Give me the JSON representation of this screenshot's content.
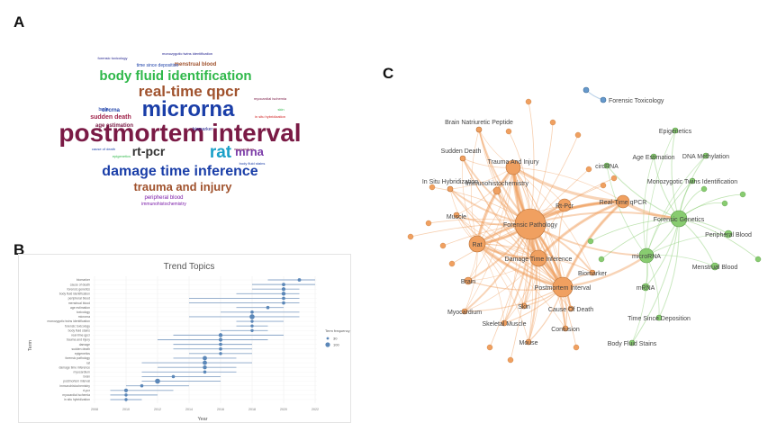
{
  "panels": {
    "a": {
      "letter": "A"
    },
    "b": {
      "letter": "B"
    },
    "c": {
      "letter": "C"
    }
  },
  "wordcloud": {
    "words": [
      {
        "text": "postmortem interval",
        "color": "#7a1a45",
        "size": 28,
        "weight": "bold"
      },
      {
        "text": "micrornа",
        "color": "#1a3ea8",
        "size": 24,
        "weight": "bold"
      },
      {
        "text": "real-time qpcr",
        "color": "#a0522d",
        "size": 17,
        "weight": "bold"
      },
      {
        "text": "body fluid identification",
        "color": "#2fb84a",
        "size": 15,
        "weight": "bold"
      },
      {
        "text": "damage time inference",
        "color": "#1a3ea8",
        "size": 16,
        "weight": "bold"
      },
      {
        "text": "rt-pcr",
        "color": "#333333",
        "size": 14,
        "weight": "bold"
      },
      {
        "text": "rat",
        "color": "#1aa0c8",
        "size": 19,
        "weight": "bold"
      },
      {
        "text": "mrna",
        "color": "#7a3aa8",
        "size": 13,
        "weight": "bold"
      },
      {
        "text": "trauma and injury",
        "color": "#a0522d",
        "size": 13,
        "weight": "bold"
      },
      {
        "text": "peripheral blood",
        "color": "#7a1aa8",
        "size": 6,
        "weight": "normal"
      },
      {
        "text": "immunohistochemistry",
        "color": "#7a1aa8",
        "size": 5,
        "weight": "normal"
      },
      {
        "text": "sudden death",
        "color": "#a0224a",
        "size": 7,
        "weight": "bold"
      },
      {
        "text": "age estimation",
        "color": "#7a1a45",
        "size": 6,
        "weight": "bold"
      },
      {
        "text": "circrna",
        "color": "#1a3ea8",
        "size": 6,
        "weight": "bold"
      },
      {
        "text": "menstrual blood",
        "color": "#a0522d",
        "size": 6,
        "weight": "bold"
      },
      {
        "text": "time since deposition",
        "color": "#1a3ea8",
        "size": 5,
        "weight": "normal"
      },
      {
        "text": "forensic toxicology",
        "color": "#1a1a8a",
        "size": 4,
        "weight": "normal"
      },
      {
        "text": "monozygotic twins identification",
        "color": "#1a1a8a",
        "size": 4,
        "weight": "normal"
      },
      {
        "text": "myocardial ischemia",
        "color": "#7a1a45",
        "size": 4,
        "weight": "normal"
      },
      {
        "text": "in situ hybridization",
        "color": "#d02020",
        "size": 4,
        "weight": "normal"
      },
      {
        "text": "cause of death",
        "color": "#1a3ea8",
        "size": 4,
        "weight": "normal"
      },
      {
        "text": "biomarker",
        "color": "#1a1a8a",
        "size": 5,
        "weight": "normal"
      },
      {
        "text": "myocardium",
        "color": "#7a1a45",
        "size": 4,
        "weight": "normal"
      },
      {
        "text": "brain",
        "color": "#1a3ea8",
        "size": 5,
        "weight": "normal"
      },
      {
        "text": "skin",
        "color": "#2fb84a",
        "size": 4,
        "weight": "normal"
      },
      {
        "text": "body fluid stains",
        "color": "#1a3ea8",
        "size": 4,
        "weight": "normal"
      },
      {
        "text": "epigenetics",
        "color": "#2fb84a",
        "size": 4,
        "weight": "normal"
      }
    ]
  },
  "chart_data": [
    {
      "type": "scatter",
      "title": "Trend Topics",
      "xlabel": "Year",
      "ylabel": "Term",
      "legend": {
        "title": "Term frequency",
        "entries": [
          "30",
          "100"
        ],
        "placement": "right"
      },
      "x_ticks": [
        "2008",
        "2010",
        "2012",
        "2014",
        "2016",
        "2018",
        "2020",
        "2022"
      ],
      "xlim": [
        2008,
        2022
      ],
      "terms": [
        {
          "label": "biomarker",
          "q1": 2019,
          "median": 2021,
          "q3": 2022,
          "freq": 20
        },
        {
          "label": "cause of death",
          "q1": 2018,
          "median": 2020,
          "q3": 2022,
          "freq": 20
        },
        {
          "label": "forensic genetics",
          "q1": 2018,
          "median": 2020,
          "q3": 2021,
          "freq": 30
        },
        {
          "label": "body fluid identification",
          "q1": 2017,
          "median": 2020,
          "q3": 2021,
          "freq": 40
        },
        {
          "label": "peripheral blood",
          "q1": 2014,
          "median": 2020,
          "q3": 2021,
          "freq": 15
        },
        {
          "label": "menstrual blood",
          "q1": 2014,
          "median": 2020,
          "q3": 2021,
          "freq": 15
        },
        {
          "label": "age estimation",
          "q1": 2017,
          "median": 2019,
          "q3": 2020,
          "freq": 15
        },
        {
          "label": "toxicology",
          "q1": 2016,
          "median": 2018,
          "q3": 2021,
          "freq": 15
        },
        {
          "label": "microrna",
          "q1": 2014,
          "median": 2018,
          "q3": 2021,
          "freq": 100
        },
        {
          "label": "monozygotic twins identification",
          "q1": 2017,
          "median": 2018,
          "q3": 2020,
          "freq": 10
        },
        {
          "label": "forensic toxicology",
          "q1": 2017,
          "median": 2018,
          "q3": 2019,
          "freq": 10
        },
        {
          "label": "body fluid stains",
          "q1": 2016,
          "median": 2018,
          "q3": 2019,
          "freq": 10
        },
        {
          "label": "real-time qpcr",
          "q1": 2013,
          "median": 2016,
          "q3": 2020,
          "freq": 40
        },
        {
          "label": "trauma and injury",
          "q1": 2012,
          "median": 2016,
          "q3": 2019,
          "freq": 30
        },
        {
          "label": "damage",
          "q1": 2013,
          "median": 2016,
          "q3": 2018,
          "freq": 15
        },
        {
          "label": "sudden death",
          "q1": 2013,
          "median": 2016,
          "q3": 2018,
          "freq": 15
        },
        {
          "label": "epigenetics",
          "q1": 2014,
          "median": 2016,
          "q3": 2018,
          "freq": 10
        },
        {
          "label": "forensic pathology",
          "q1": 2013,
          "median": 2015,
          "q3": 2017,
          "freq": 60
        },
        {
          "label": "rat",
          "q1": 2011,
          "median": 2015,
          "q3": 2018,
          "freq": 60
        },
        {
          "label": "damage time inference",
          "q1": 2012,
          "median": 2015,
          "q3": 2017,
          "freq": 40
        },
        {
          "label": "myocardium",
          "q1": 2011,
          "median": 2015,
          "q3": 2017,
          "freq": 15
        },
        {
          "label": "brain",
          "q1": 2011,
          "median": 2013,
          "q3": 2016,
          "freq": 15
        },
        {
          "label": "postmortem interval",
          "q1": 2011,
          "median": 2012,
          "q3": 2016,
          "freq": 100
        },
        {
          "label": "immunohistochemistry",
          "q1": 2010,
          "median": 2011,
          "q3": 2014,
          "freq": 15
        },
        {
          "label": "rt-pcr",
          "q1": 2009,
          "median": 2010,
          "q3": 2013,
          "freq": 30
        },
        {
          "label": "myocardial ischemia",
          "q1": 2009,
          "median": 2010,
          "q3": 2012,
          "freq": 10
        },
        {
          "label": "in situ hybridization",
          "q1": 2009,
          "median": 2010,
          "q3": 2011,
          "freq": 10
        }
      ]
    }
  ],
  "network": {
    "clusters": {
      "orange": "#f0a060",
      "green": "#88cc70",
      "blue": "#6699cc"
    },
    "nodes": [
      {
        "id": "ft",
        "label": "Forensic Toxicology",
        "c": "blue",
        "r": 3
      },
      {
        "id": "ft2",
        "label": "",
        "c": "blue",
        "r": 3
      },
      {
        "id": "bnp",
        "label": "Brain Natriuretic Peptide",
        "c": "orange",
        "r": 3
      },
      {
        "id": "sd",
        "label": "Sudden Death",
        "c": "orange",
        "r": 3
      },
      {
        "id": "tai",
        "label": "Trauma And Injury",
        "c": "orange",
        "r": 8
      },
      {
        "id": "ish",
        "label": "In Situ Hybridization",
        "c": "orange",
        "r": 3
      },
      {
        "id": "ihc",
        "label": "Immunohistochemistry",
        "c": "orange",
        "r": 4
      },
      {
        "id": "mus",
        "label": "Muscle",
        "c": "orange",
        "r": 3
      },
      {
        "id": "fp",
        "label": "Forensic Pathology",
        "c": "orange",
        "r": 17
      },
      {
        "id": "rtpcr",
        "label": "Rt-Pcr",
        "c": "orange",
        "r": 7
      },
      {
        "id": "rtqpcr",
        "label": "Real-Time qPCR",
        "c": "orange",
        "r": 7
      },
      {
        "id": "rat",
        "label": "Rat",
        "c": "orange",
        "r": 9
      },
      {
        "id": "dti",
        "label": "Damage Time Inference",
        "c": "orange",
        "r": 9
      },
      {
        "id": "brain",
        "label": "Brain",
        "c": "orange",
        "r": 4
      },
      {
        "id": "pmi",
        "label": "Postmortem Interval",
        "c": "orange",
        "r": 11
      },
      {
        "id": "bio",
        "label": "Biomarker",
        "c": "orange",
        "r": 3
      },
      {
        "id": "myo",
        "label": "Myocardium",
        "c": "orange",
        "r": 3
      },
      {
        "id": "skin",
        "label": "Skin",
        "c": "orange",
        "r": 3
      },
      {
        "id": "cod",
        "label": "Cause Of Death",
        "c": "orange",
        "r": 3
      },
      {
        "id": "sm",
        "label": "Skeletal Muscle",
        "c": "orange",
        "r": 3
      },
      {
        "id": "cont",
        "label": "Contusion",
        "c": "orange",
        "r": 3
      },
      {
        "id": "mouse",
        "label": "Mouse",
        "c": "orange",
        "r": 3
      },
      {
        "id": "epi",
        "label": "Epigenetics",
        "c": "green",
        "r": 3
      },
      {
        "id": "circ",
        "label": "circRNA",
        "c": "green",
        "r": 3
      },
      {
        "id": "ae",
        "label": "Age Estimation",
        "c": "green",
        "r": 3
      },
      {
        "id": "dnam",
        "label": "DNA Methylation",
        "c": "green",
        "r": 3
      },
      {
        "id": "mzt",
        "label": "Monozygotic Twins Identification",
        "c": "green",
        "r": 3
      },
      {
        "id": "fg",
        "label": "Forensic Genetics",
        "c": "green",
        "r": 9
      },
      {
        "id": "pb",
        "label": "Peripheral Blood",
        "c": "green",
        "r": 4
      },
      {
        "id": "mirna",
        "label": "microRNA",
        "c": "green",
        "r": 8
      },
      {
        "id": "mb",
        "label": "Menstrual Blood",
        "c": "green",
        "r": 4
      },
      {
        "id": "mrna",
        "label": "mRNA",
        "c": "green",
        "r": 4
      },
      {
        "id": "tsd",
        "label": "Time Since Deposition",
        "c": "green",
        "r": 3
      },
      {
        "id": "bfs",
        "label": "Body Fluid Stains",
        "c": "green",
        "r": 3
      }
    ]
  }
}
